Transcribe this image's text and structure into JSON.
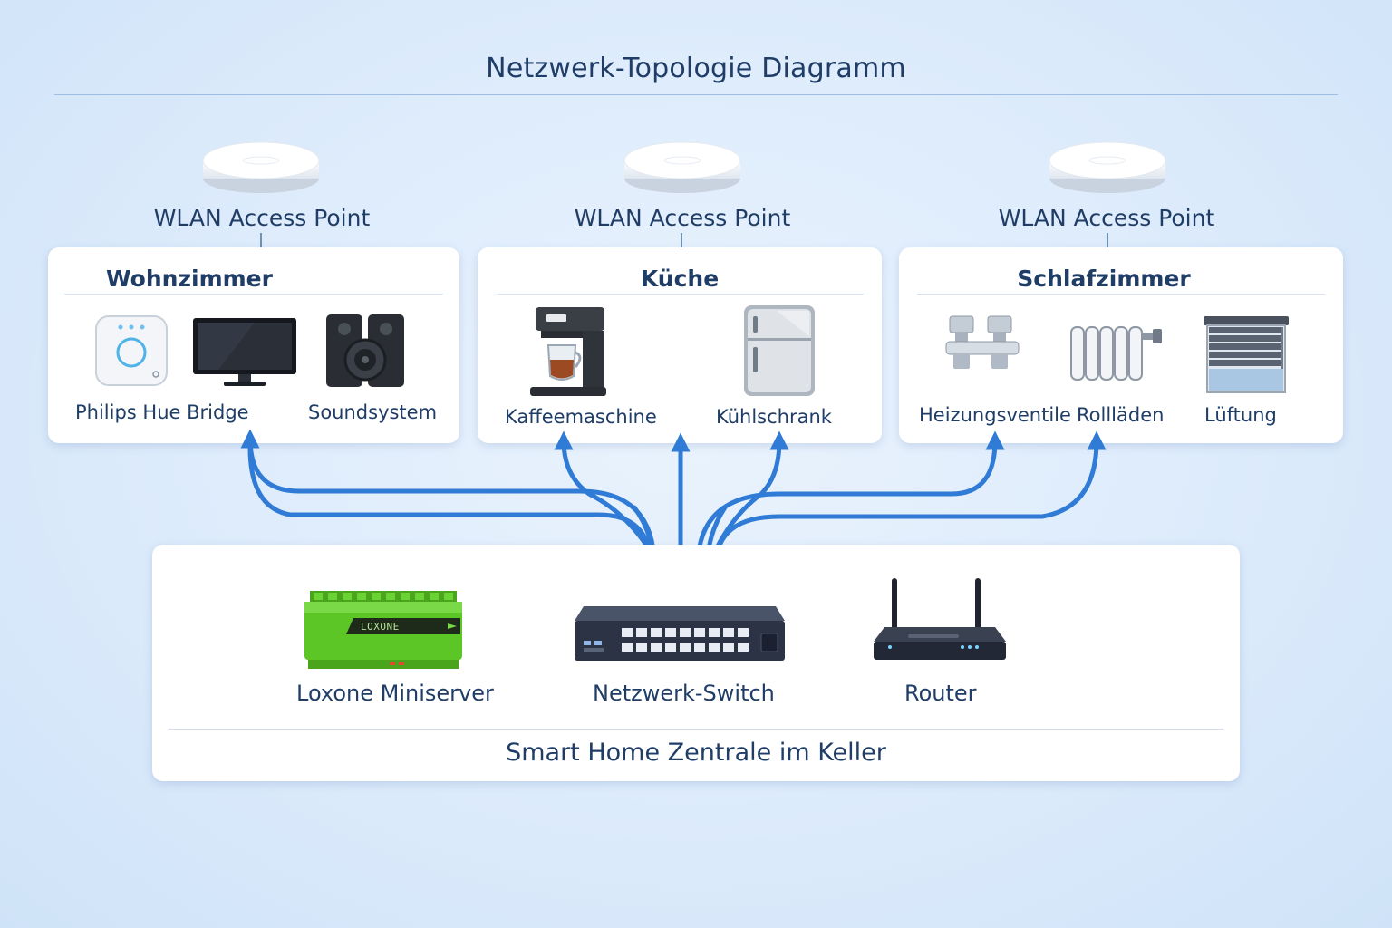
{
  "title": "Netzwerk-Topologie Diagramm",
  "access_points": [
    {
      "label": "WLAN Access Point"
    },
    {
      "label": "WLAN Access Point"
    },
    {
      "label": "WLAN Access Point"
    }
  ],
  "rooms": [
    {
      "title": "Wohnzimmer",
      "devices": [
        {
          "label": "Philips Hue Bridge",
          "icon": "hue-bridge-icon"
        },
        {
          "label": "",
          "icon": "tv-icon"
        },
        {
          "label": "Soundsystem",
          "icon": "speaker-icon"
        }
      ]
    },
    {
      "title": "Küche",
      "devices": [
        {
          "label": "Kaffeemaschine",
          "icon": "coffee-machine-icon"
        },
        {
          "label": "Kühlschrank",
          "icon": "fridge-icon"
        }
      ]
    },
    {
      "title": "Schlafzimmer",
      "devices": [
        {
          "label": "Heizungsventile",
          "icon": "heating-valve-icon"
        },
        {
          "label": "Rollläden",
          "icon": "radiator-icon"
        },
        {
          "label": "Lüftung",
          "icon": "shutter-icon"
        }
      ]
    }
  ],
  "hub": {
    "title": "Smart Home Zentrale im Keller",
    "devices": [
      {
        "label": "Loxone Miniserver",
        "icon": "miniserver-icon",
        "brand_text": "LOXONE"
      },
      {
        "label": "Netzwerk-Switch",
        "icon": "switch-icon"
      },
      {
        "label": "Router",
        "icon": "router-icon"
      }
    ]
  },
  "colors": {
    "arrow": "#2f7bd6",
    "text": "#1f3d66",
    "miniserver_green": "#5cc626",
    "background": "#dbeafb"
  }
}
